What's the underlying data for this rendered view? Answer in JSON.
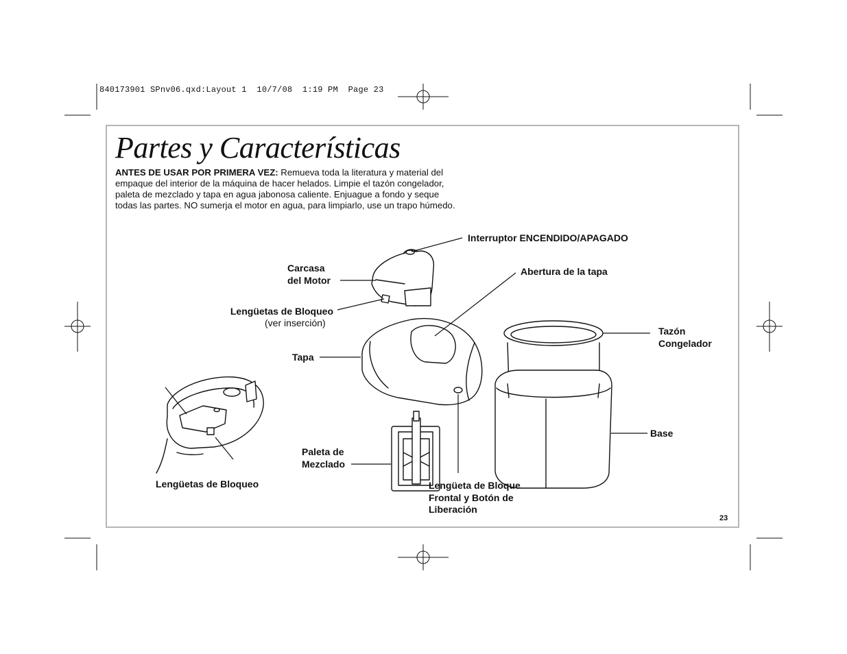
{
  "slug_line": "840173901 SPnv06.qxd:Layout 1  10/7/08  1:19 PM  Page 23",
  "title": "Partes y Características",
  "intro": {
    "lead": "ANTES DE USAR POR PRIMERA VEZ:",
    "body": " Remueva toda la literatura y material del empaque del interior de la máquina de hacer helados. Limpie el tazón congelador, paleta de mezclado y tapa en agua jabonosa caliente. Enjuague a fondo y seque todas las partes. NO sumerja el motor en agua, para limpiarlo, use un trapo húmedo."
  },
  "labels": {
    "switch": "Interruptor ENCENDIDO/APAGADO",
    "motor_line1": "Carcasa",
    "motor_line2": "del Motor",
    "lid_opening": "Abertura de la tapa",
    "lock_tabs": "Lengüetas de Bloqueo",
    "see_inset": "(ver inserción)",
    "bowl_line1": "Tazón",
    "bowl_line2": "Congelador",
    "lid": "Tapa",
    "base": "Base",
    "paddle_line1": "Paleta de",
    "paddle_line2": "Mezclado",
    "front_tab_line1": "Lengüeta de Bloque",
    "front_tab_line2": "Frontal y Botón de",
    "front_tab_line3": "Liberación",
    "inset_tabs": "Lengüetas de Bloqueo"
  },
  "page_number": "23"
}
